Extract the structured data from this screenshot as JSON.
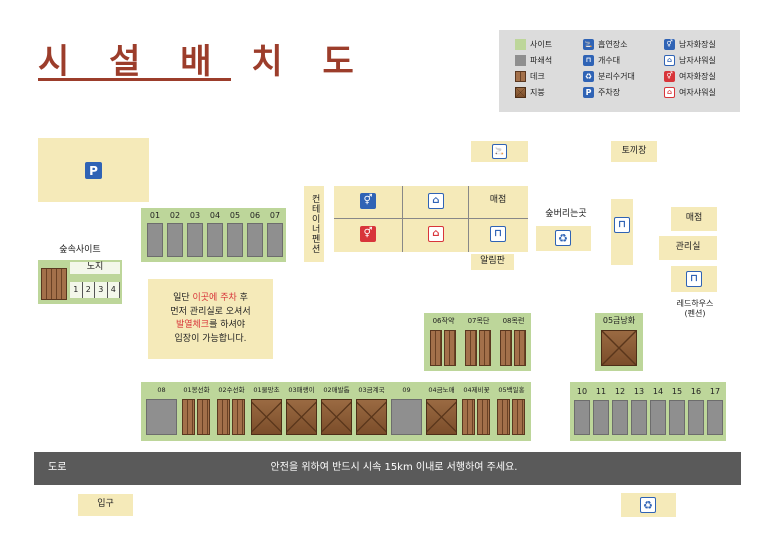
{
  "title": "시 설 배 치 도",
  "legend": {
    "site": "사이트",
    "pad": "파쇄석",
    "deck": "데크",
    "roof": "지붕",
    "smoking": "흡연장소",
    "sink": "개수대",
    "recycle": "분리수거대",
    "parking": "주차장",
    "male_toilet": "남자화장실",
    "male_shower": "남자샤워실",
    "female_toilet": "여자화장실",
    "female_shower": "여자샤워실"
  },
  "parking_letter": "P",
  "areas": {
    "forest_site": "숲속사이트",
    "outdoor": "노지",
    "container": "컨테이너펜션",
    "shop": "매점",
    "shop2": "매점",
    "forest_trail": "숲버리는곳",
    "notice": "알림판",
    "rabbit": "토끼장",
    "office": "관리실",
    "red_house": "레드하우스\n(펜션)",
    "entrance": "입구",
    "road": "도로"
  },
  "top_sites": [
    "01",
    "02",
    "03",
    "04",
    "05",
    "06",
    "07"
  ],
  "outdoor_sites": [
    "1",
    "2",
    "3",
    "4"
  ],
  "mid_sites": [
    "06작약",
    "07목단",
    "08목련"
  ],
  "geumnang": "05금낭화",
  "bottom_sites": [
    "08",
    "01봉선화",
    "02수선화",
    "01물망초",
    "03패랭이",
    "02매발톱",
    "03금계국",
    "09",
    "04금노매",
    "04제비꽃",
    "05백일홍"
  ],
  "right_sites": [
    "10",
    "11",
    "12",
    "13",
    "14",
    "15",
    "16",
    "17"
  ],
  "notice_box": {
    "l1a": "일단 ",
    "l1b": "이곳에 주차",
    "l1c": " 후",
    "l2": "먼저 관리실로 오셔서",
    "l3a": "발열체크",
    "l3b": "를 하셔야",
    "l4": "입장이 가능합니다."
  },
  "road_notice": "안전을 위하여 반드시 시속 15km 이내로 서행하여 주세요.",
  "icons": {
    "smoking": "흡연",
    "sink": "수",
    "recycle": "♻",
    "parking": "P",
    "toilet": "⚥",
    "shower": "샤"
  },
  "colors": {
    "site_green": "#bdd69a",
    "pad_gray": "#8f8f8f",
    "deck_brown": "#a3704a",
    "roof_brown": "#7b4d2a",
    "cream": "#f5eab9",
    "icon_blue": "#2f63b5",
    "icon_red": "#d8353a",
    "title": "#9c3d2b",
    "road": "#5a5a5a"
  }
}
